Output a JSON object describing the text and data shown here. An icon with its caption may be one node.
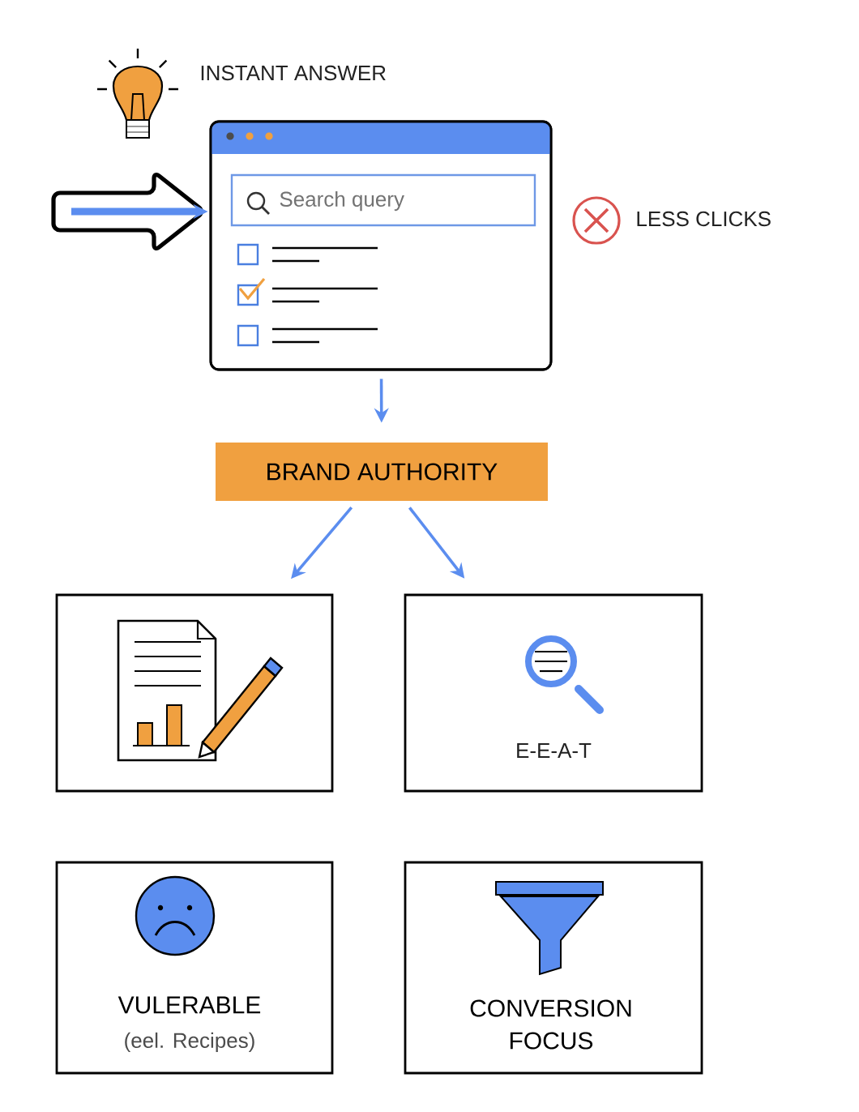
{
  "diagram": {
    "nodes": [
      {
        "text": [
          "Search query"
        ]
      },
      {
        "text": [
          "BRAND AUTHORITY"
        ]
      },
      {
        "text": [],
        "shape": "box"
      },
      {
        "text": [
          "E-E-A-T"
        ]
      },
      {
        "text": [
          "VULERABLE",
          "(eel. Recipes)"
        ]
      },
      {
        "text": [
          "CONVERSION FOCUS"
        ]
      }
    ],
    "edges": [
      {
        "from": 0,
        "to": 1,
        "arrow": "to"
      },
      {
        "from": 1,
        "to": 2,
        "arrow": "to"
      },
      {
        "from": 1,
        "to": 3,
        "arrow": "to"
      },
      {
        "from": null,
        "to": 0,
        "arrow": "to",
        "style": "thick"
      }
    ],
    "labels": [
      "INSTANT ANSWER",
      "LESS CLICKS"
    ]
  }
}
